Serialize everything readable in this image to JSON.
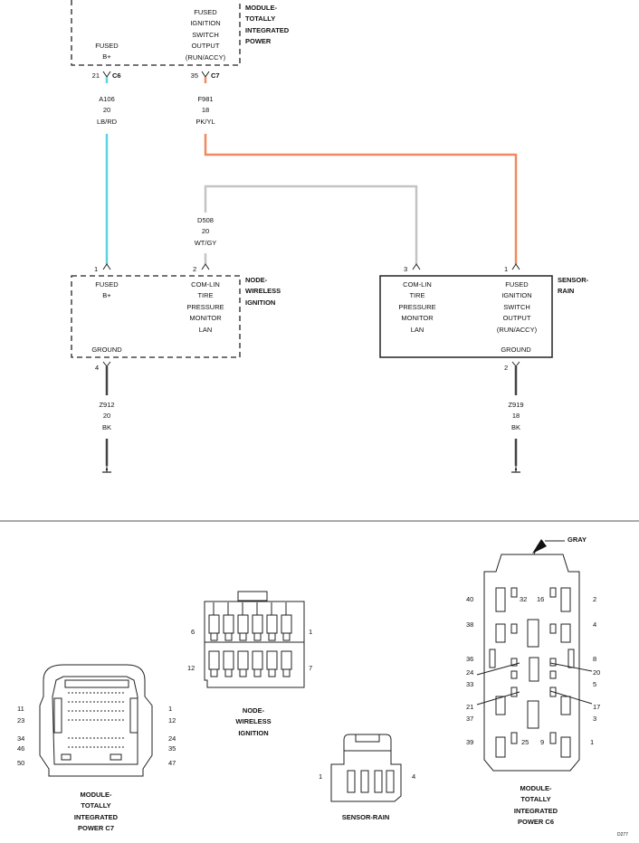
{
  "modules": {
    "tipm": {
      "name": [
        "MODULE-",
        "TOTALLY",
        "INTEGRATED",
        "POWER"
      ],
      "pins": {
        "fused_b": [
          "FUSED",
          "B+"
        ],
        "ignition": [
          "FUSED",
          "IGNITION",
          "SWITCH",
          "OUTPUT",
          "(RUN/ACCY)"
        ]
      },
      "connectors": {
        "c6_pin": "21",
        "c6_label": "C6",
        "c7_pin": "35",
        "c7_label": "C7"
      }
    },
    "node": {
      "name": [
        "NODE-",
        "WIRELESS",
        "IGNITION"
      ],
      "pins": {
        "fused_b": [
          "FUSED",
          "B+"
        ],
        "comlin": [
          "COM-LIN",
          "TIRE",
          "PRESSURE",
          "MONITOR",
          "LAN"
        ],
        "ground": "GROUND"
      },
      "pin_numbers": {
        "fused_b": "1",
        "comlin": "2",
        "ground": "4"
      }
    },
    "sensor": {
      "name": [
        "SENSOR-",
        "RAIN"
      ],
      "pins": {
        "comlin": [
          "COM-LIN",
          "TIRE",
          "PRESSURE",
          "MONITOR",
          "LAN"
        ],
        "ignition": [
          "FUSED",
          "IGNITION",
          "SWITCH",
          "OUTPUT",
          "(RUN/ACCY)"
        ],
        "ground": "GROUND"
      },
      "pin_numbers": {
        "comlin": "3",
        "ignition": "1",
        "ground": "2"
      }
    }
  },
  "wires": {
    "a106": {
      "code": "A106",
      "gauge": "20",
      "color_code": "LB/RD",
      "color": "#5ed3e0"
    },
    "f981": {
      "code": "F981",
      "gauge": "18",
      "color_code": "PK/YL",
      "color": "#f08a5e"
    },
    "d508": {
      "code": "D508",
      "gauge": "20",
      "color_code": "WT/GY",
      "color": "#c4c4c4"
    },
    "z912": {
      "code": "Z912",
      "gauge": "20",
      "color_code": "BK",
      "color": "#444444"
    },
    "z919": {
      "code": "Z919",
      "gauge": "18",
      "color_code": "BK",
      "color": "#444444"
    }
  },
  "connector_views": {
    "c7": {
      "caption": [
        "MODULE-",
        "TOTALLY",
        "INTEGRATED",
        "POWER C7"
      ],
      "left_pins": [
        "11",
        "23",
        "34",
        "46",
        "50"
      ],
      "right_pins": [
        "1",
        "12",
        "24",
        "35",
        "47"
      ]
    },
    "node": {
      "caption": [
        "NODE-",
        "WIRELESS",
        "IGNITION"
      ],
      "left_pins": [
        "6",
        "12"
      ],
      "right_pins": [
        "1",
        "7"
      ]
    },
    "sensor": {
      "caption": [
        "SENSOR-RAIN"
      ],
      "left_pin": "1",
      "right_pin": "4"
    },
    "c6": {
      "caption": [
        "MODULE-",
        "TOTALLY",
        "INTEGRATED",
        "POWER C6"
      ],
      "color_label": "GRAY",
      "left_pins": [
        "40",
        "38",
        "36",
        "24",
        "33",
        "21",
        "37",
        "39"
      ],
      "right_pins": [
        "2",
        "4",
        "8",
        "20",
        "5",
        "17",
        "3",
        "1"
      ],
      "top_pins": [
        "32",
        "16"
      ],
      "bottom_pins": [
        "25",
        "9"
      ]
    }
  },
  "figure_id": "D277"
}
